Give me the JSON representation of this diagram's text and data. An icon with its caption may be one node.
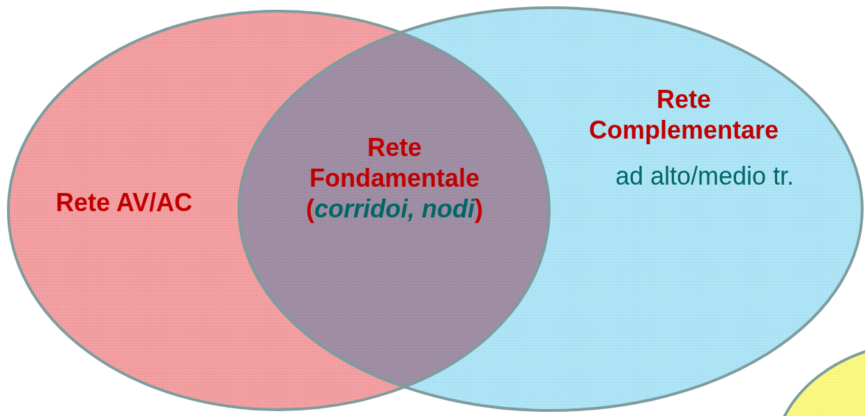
{
  "diagram": {
    "nodes": [
      {
        "text": [
          "Rete AV/AC"
        ]
      },
      {
        "text": [
          "Rete Complementare",
          "ad alto/medio tr."
        ]
      },
      {
        "text": [
          "Rete Fondamentale",
          "(*corridoi, nodi*)"
        ]
      },
      {
        "text": [],
        "shape": "circle"
      }
    ]
  }
}
